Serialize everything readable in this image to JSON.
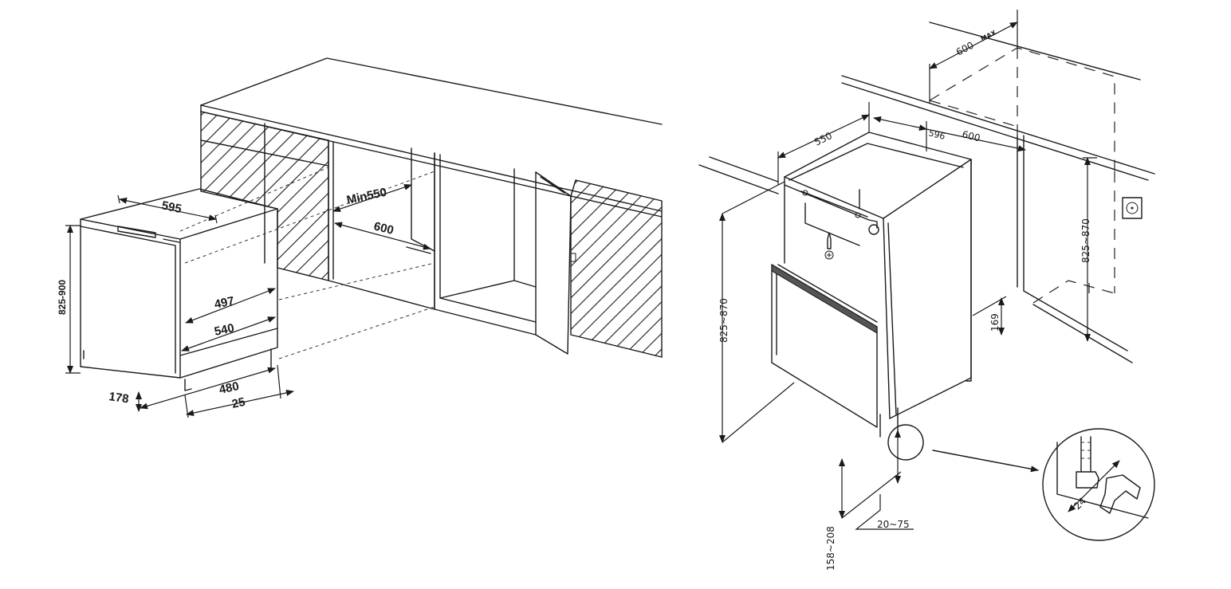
{
  "left_diagram": {
    "dimensions": {
      "width": "595",
      "height": "825-900",
      "inner_depth": "497",
      "depth": "540",
      "base_depth": "480",
      "plinth_height": "178",
      "recess": "25",
      "niche_min_width": "Min550",
      "niche_depth": "600"
    }
  },
  "right_diagram": {
    "dimensions": {
      "width": "550",
      "depth_a": "596",
      "depth_b": "600",
      "max_depth": "600",
      "max_label": "MAX",
      "height_left": "825~870",
      "height_right": "825~870",
      "plinth": "169",
      "foot_height": "158~208",
      "foot_offset": "20~75",
      "wrench_size": "24"
    }
  }
}
